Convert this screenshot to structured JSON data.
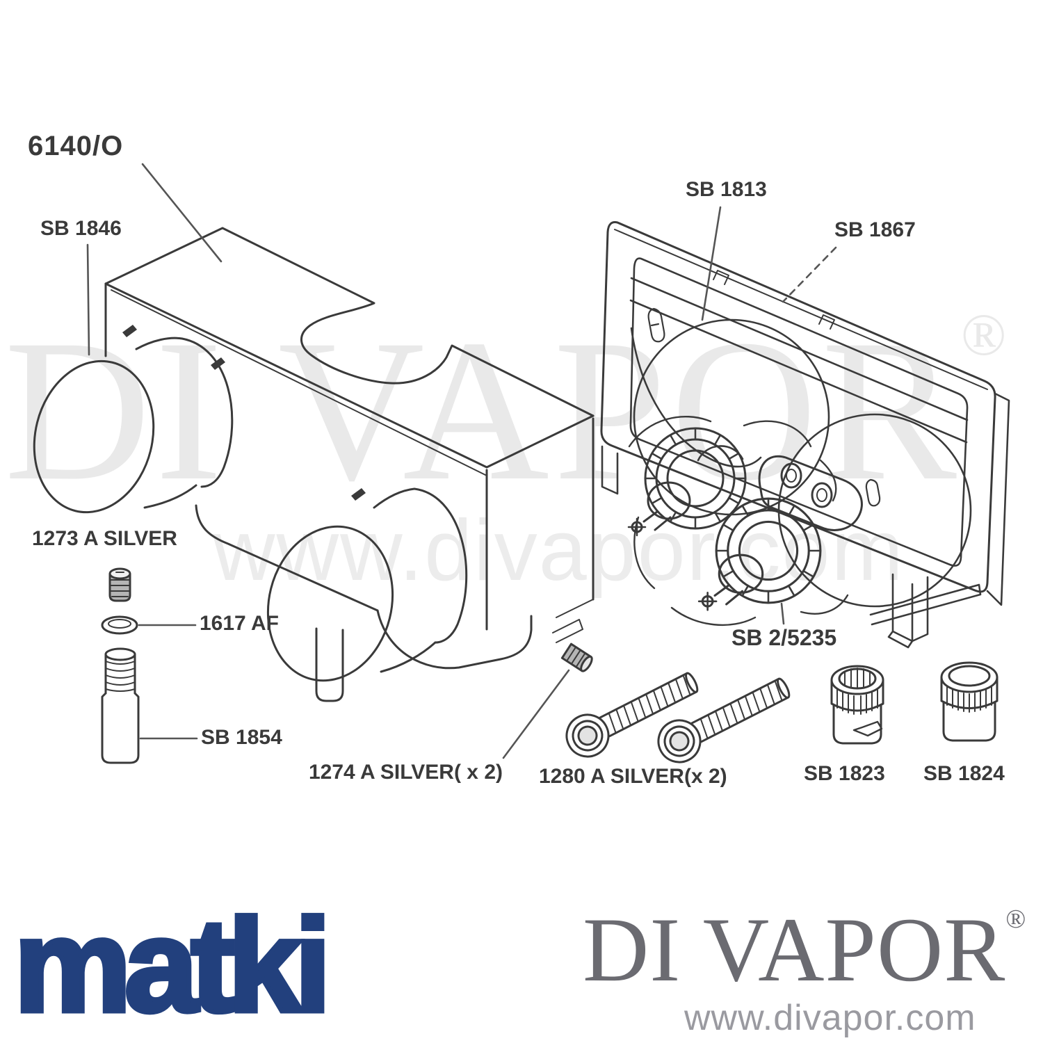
{
  "diagram": {
    "model": {
      "text": "6140/O"
    },
    "parts": [
      {
        "id": "sb-1846",
        "text": "SB 1846"
      },
      {
        "id": "sb-1813",
        "text": "SB 1813"
      },
      {
        "id": "sb-1867",
        "text": "SB 1867"
      },
      {
        "id": "1273-a-silver",
        "text": "1273 A SILVER"
      },
      {
        "id": "1617-af",
        "text": "1617 AF"
      },
      {
        "id": "sb-1854",
        "text": "SB 1854"
      },
      {
        "id": "1274-a-silver-x2",
        "text": "1274 A SILVER( x 2)"
      },
      {
        "id": "1280-a-silver-x2",
        "text": "1280 A SILVER(x 2)"
      },
      {
        "id": "sb-2-5235",
        "text": "SB 2/5235"
      },
      {
        "id": "sb-1823",
        "text": "SB 1823"
      },
      {
        "id": "sb-1824",
        "text": "SB 1824"
      }
    ]
  },
  "watermark": {
    "brand": "DI VAPOR",
    "reg": "®",
    "url": "www.divapor.com"
  },
  "footer": {
    "matki_logo": "matki",
    "divapor_logo": "DI VAPOR",
    "divapor_reg": "®",
    "divapor_url": "www.divapor.com"
  },
  "colors": {
    "matki_blue": "#22407d",
    "divapor_logo_gray": "#6b6b71",
    "divapor_url_gray": "#9a9aa0",
    "drawing_line": "#3a3a3a",
    "watermark_gray": "#e9e9e9"
  }
}
